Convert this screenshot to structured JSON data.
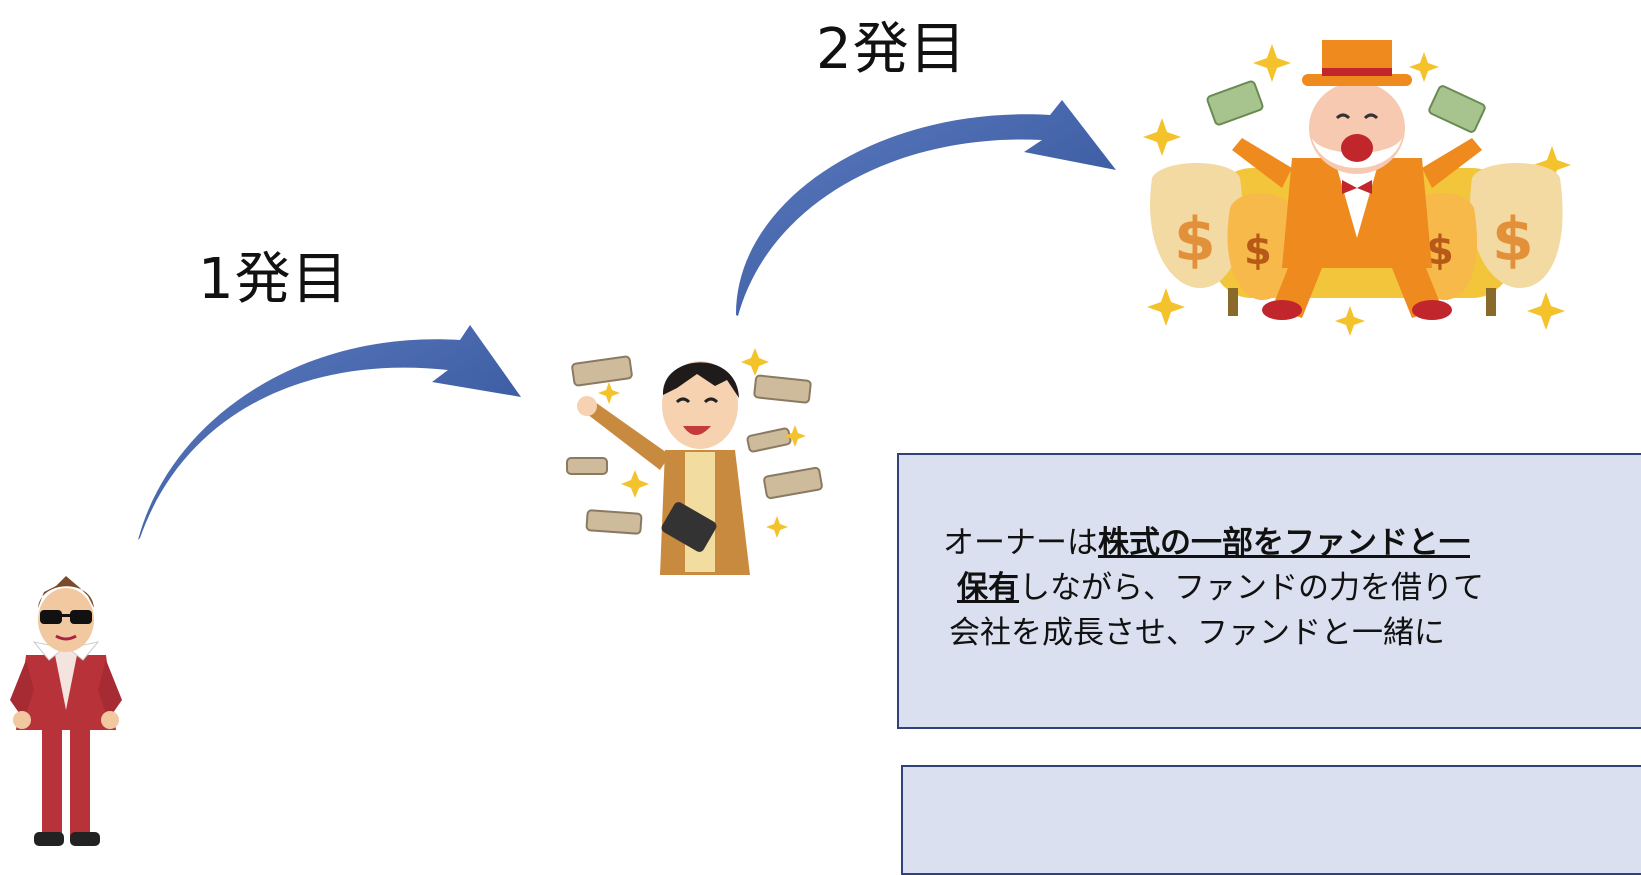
{
  "labels": {
    "first": "1発目",
    "second": "2発目"
  },
  "info_box": {
    "line1_prefix": "オーナーは",
    "line1_emphasis": "株式の一部をファンドと一",
    "line2_emphasis": "保有",
    "line2_rest": "しながら、ファンドの力を借りて",
    "line3": "会社を成長させ、ファンドと一緒に"
  },
  "colors": {
    "arrow": "#3f5fa6",
    "box_fill": "#dae0ef",
    "box_border": "#2f4379"
  },
  "figures": {
    "left": "sunglasses-man-red-suit",
    "middle": "man-throwing-money",
    "right": "rich-man-with-money-bags"
  }
}
